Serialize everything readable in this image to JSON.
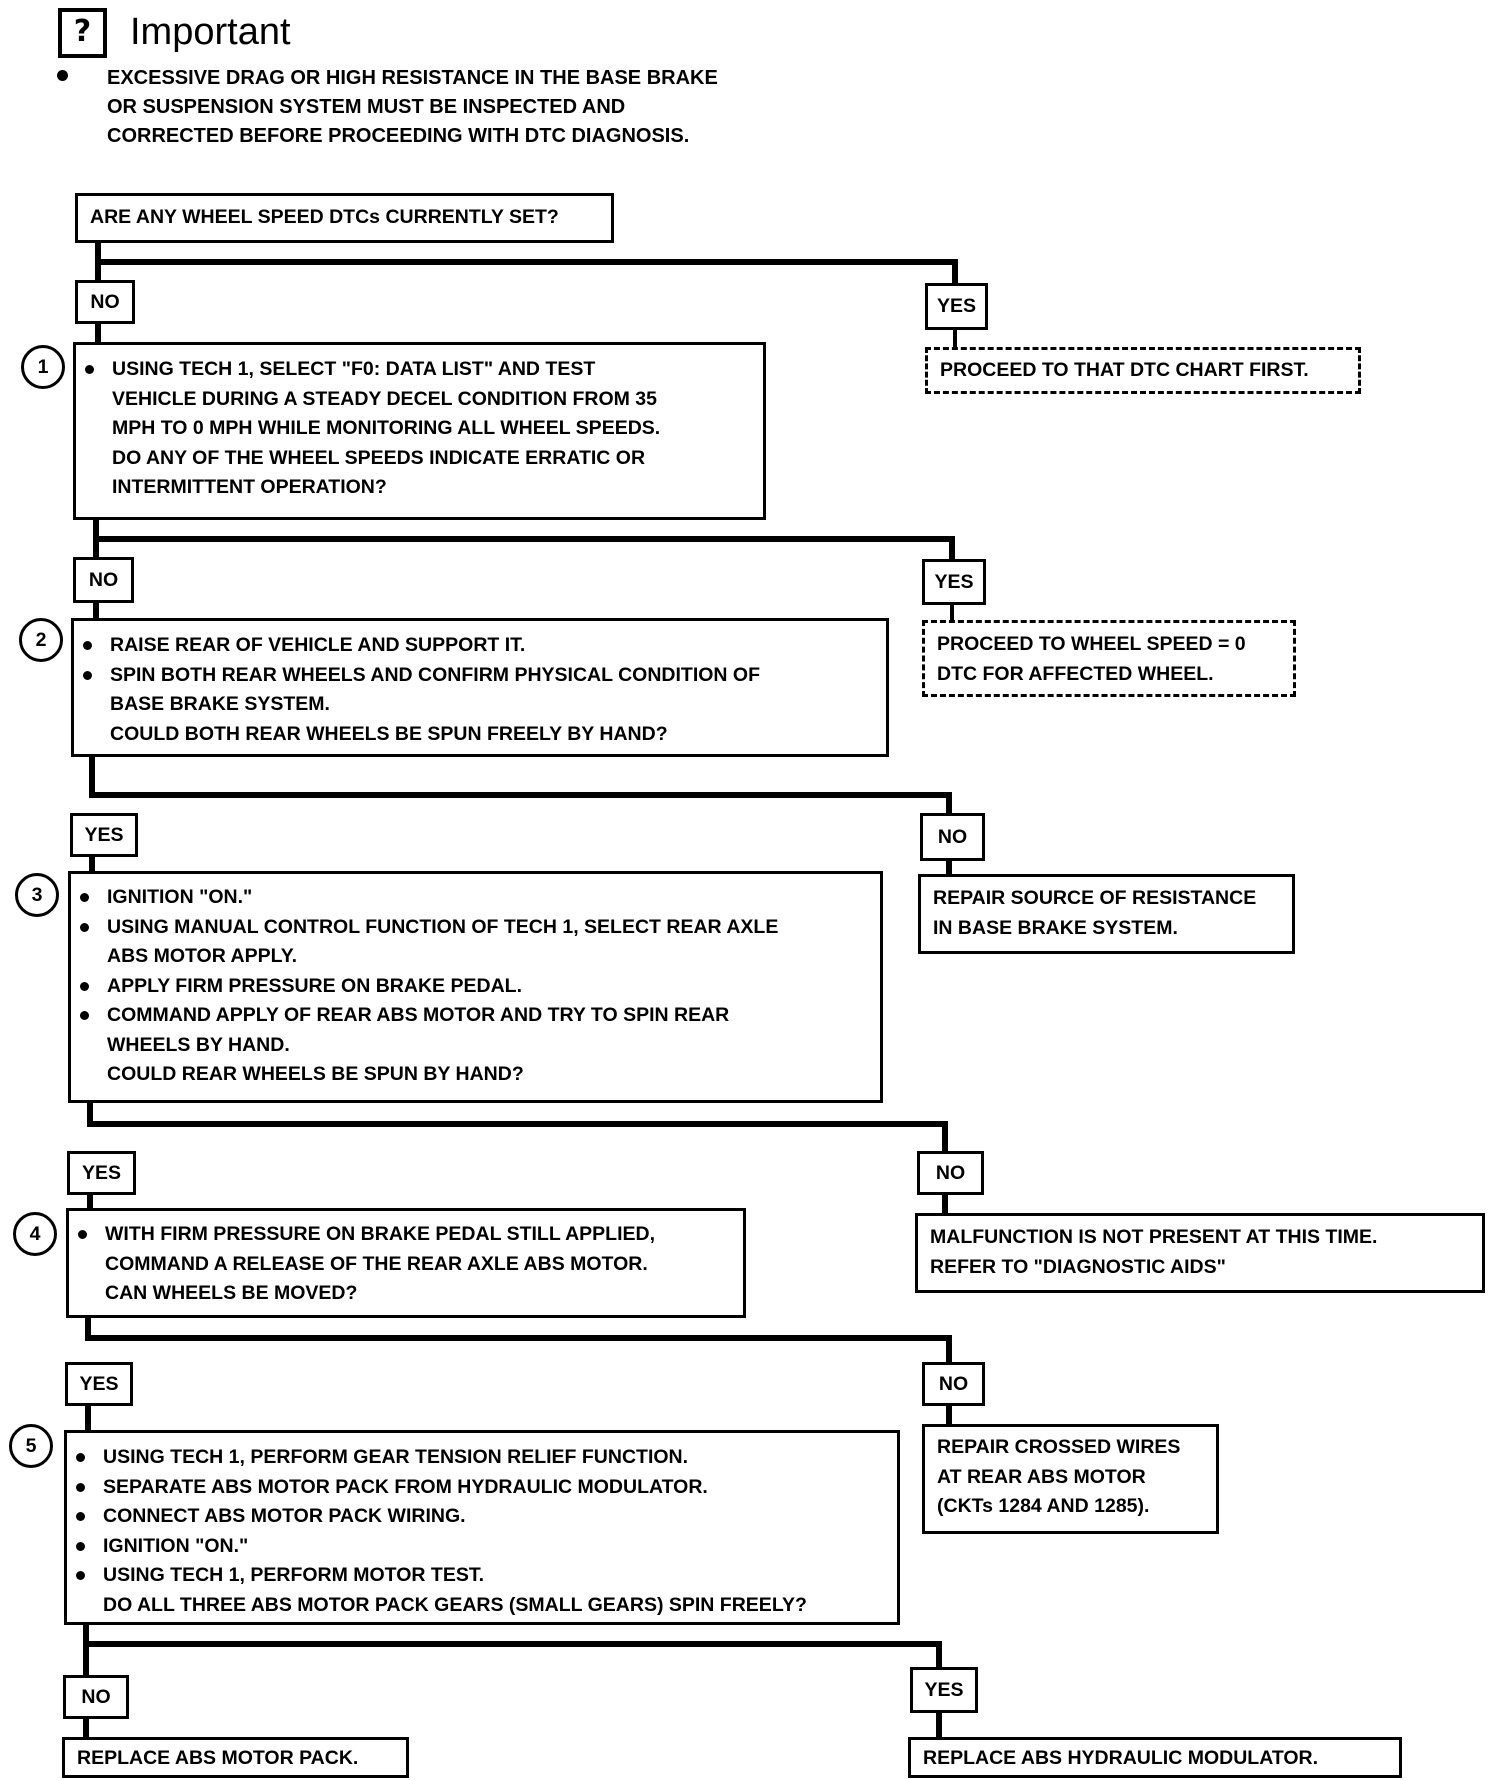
{
  "header": {
    "icon": "?",
    "title": "Important",
    "note_lines": [
      "EXCESSIVE DRAG OR HIGH RESISTANCE IN THE BASE BRAKE",
      "OR SUSPENSION SYSTEM MUST BE INSPECTED AND",
      "CORRECTED BEFORE PROCEEDING WITH DTC DIAGNOSIS."
    ]
  },
  "start": {
    "text": "ARE ANY WHEEL SPEED DTCs CURRENTLY SET?"
  },
  "labels": {
    "b0_left": "NO",
    "b0_right": "YES",
    "b1_left": "NO",
    "b1_right": "YES",
    "b2_left": "YES",
    "b2_right": "NO",
    "b3_left": "YES",
    "b3_right": "NO",
    "b4_left": "YES",
    "b4_right": "NO",
    "b5_left": "NO",
    "b5_right": "YES"
  },
  "steps": [
    {
      "number": "1",
      "lines": [
        {
          "t": "USING TECH 1, SELECT \"F0:  DATA LIST\" AND TEST",
          "bullet": true
        },
        {
          "t": "VEHICLE DURING A STEADY DECEL CONDITION FROM 35",
          "bullet": false
        },
        {
          "t": "MPH TO 0 MPH WHILE MONITORING ALL WHEEL SPEEDS.",
          "bullet": false
        },
        {
          "t": "DO ANY OF THE WHEEL SPEEDS INDICATE ERRATIC OR",
          "bullet": false
        },
        {
          "t": "INTERMITTENT OPERATION?",
          "bullet": false
        }
      ]
    },
    {
      "number": "2",
      "lines": [
        {
          "t": "RAISE REAR OF VEHICLE AND SUPPORT IT.",
          "bullet": true
        },
        {
          "t": "SPIN BOTH REAR WHEELS AND CONFIRM PHYSICAL CONDITION OF",
          "bullet": true
        },
        {
          "t": "BASE BRAKE SYSTEM.",
          "bullet": false
        },
        {
          "t": "COULD BOTH REAR WHEELS BE SPUN FREELY BY HAND?",
          "bullet": false
        }
      ]
    },
    {
      "number": "3",
      "lines": [
        {
          "t": "IGNITION \"ON.\"",
          "bullet": true
        },
        {
          "t": "USING MANUAL CONTROL FUNCTION OF TECH 1, SELECT REAR AXLE",
          "bullet": true
        },
        {
          "t": "ABS MOTOR APPLY.",
          "bullet": false
        },
        {
          "t": "APPLY FIRM PRESSURE ON BRAKE PEDAL.",
          "bullet": true
        },
        {
          "t": "COMMAND APPLY OF REAR ABS MOTOR AND TRY TO SPIN REAR",
          "bullet": true
        },
        {
          "t": "WHEELS BY HAND.",
          "bullet": false
        },
        {
          "t": "COULD REAR WHEELS BE SPUN BY HAND?",
          "bullet": false
        }
      ]
    },
    {
      "number": "4",
      "lines": [
        {
          "t": "WITH FIRM PRESSURE ON BRAKE PEDAL STILL APPLIED,",
          "bullet": true
        },
        {
          "t": "COMMAND A RELEASE OF THE REAR AXLE ABS MOTOR.",
          "bullet": false
        },
        {
          "t": "CAN WHEELS BE MOVED?",
          "bullet": false
        }
      ]
    },
    {
      "number": "5",
      "lines": [
        {
          "t": "USING TECH 1, PERFORM GEAR TENSION RELIEF FUNCTION.",
          "bullet": true
        },
        {
          "t": "SEPARATE ABS MOTOR PACK FROM HYDRAULIC MODULATOR.",
          "bullet": true
        },
        {
          "t": "CONNECT ABS MOTOR PACK WIRING.",
          "bullet": true
        },
        {
          "t": "IGNITION \"ON.\"",
          "bullet": true
        },
        {
          "t": "USING TECH 1, PERFORM MOTOR TEST.",
          "bullet": true
        },
        {
          "t": "DO ALL THREE ABS MOTOR PACK GEARS (SMALL GEARS) SPIN FREELY?",
          "bullet": false
        }
      ]
    }
  ],
  "results": {
    "r0": [
      "PROCEED TO THAT DTC CHART FIRST."
    ],
    "r1": [
      "PROCEED TO WHEEL SPEED = 0",
      "DTC FOR AFFECTED WHEEL."
    ],
    "r2": [
      "REPAIR SOURCE OF RESISTANCE",
      "IN BASE BRAKE SYSTEM."
    ],
    "r3": [
      "MALFUNCTION IS NOT PRESENT AT THIS TIME.",
      "REFER TO \"DIAGNOSTIC AIDS\""
    ],
    "r4": [
      "REPAIR CROSSED WIRES",
      "AT REAR ABS MOTOR",
      "(CKTs 1284  AND 1285)."
    ],
    "r5_left": [
      "REPLACE ABS MOTOR PACK."
    ],
    "r5_right": [
      "REPLACE ABS HYDRAULIC MODULATOR."
    ]
  }
}
